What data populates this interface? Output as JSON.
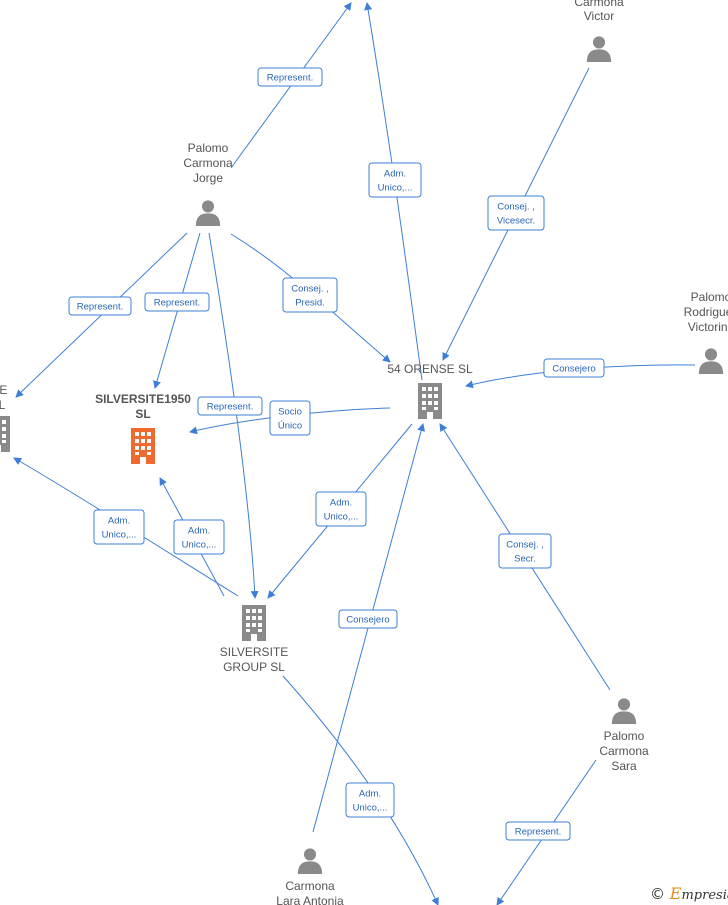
{
  "colors": {
    "edge": "#3d7fd6",
    "person": "#8a8a8a",
    "company": "#8a8a8a",
    "highlight": "#f06a30"
  },
  "nodes": [
    {
      "id": "carmona_victor",
      "kind": "person",
      "lines": [
        "Carmona",
        "Victor"
      ]
    },
    {
      "id": "palomo_jorge",
      "kind": "person",
      "lines": [
        "Palomo",
        "Carmona",
        "Jorge"
      ]
    },
    {
      "id": "palomo_victorino",
      "kind": "person",
      "lines": [
        "Palomo",
        "Rodriguez",
        "Victorino"
      ]
    },
    {
      "id": "orense",
      "kind": "company",
      "lines": [
        "54 ORENSE SL"
      ]
    },
    {
      "id": "silversite1950",
      "kind": "company",
      "highlight": true,
      "lines": [
        "SILVERSITE1950",
        "SL"
      ]
    },
    {
      "id": "silversite_cut",
      "kind": "company",
      "lines": [
        "ITE",
        "SL"
      ]
    },
    {
      "id": "silversite_group",
      "kind": "company",
      "lines": [
        "SILVERSITE",
        "GROUP  SL"
      ]
    },
    {
      "id": "palomo_sara",
      "kind": "person",
      "lines": [
        "Palomo",
        "Carmona",
        "Sara"
      ]
    },
    {
      "id": "carmona_lara",
      "kind": "person",
      "lines": [
        "Carmona",
        "Lara Antonia"
      ]
    }
  ],
  "edges": [
    {
      "id": "e1",
      "lines": [
        "Represent."
      ]
    },
    {
      "id": "e2",
      "lines": [
        "Adm.",
        "Unico,..."
      ]
    },
    {
      "id": "e3",
      "lines": [
        "Consej. ,",
        "Vicesecr."
      ]
    },
    {
      "id": "e4",
      "lines": [
        "Represent."
      ]
    },
    {
      "id": "e5",
      "lines": [
        "Represent."
      ]
    },
    {
      "id": "e6",
      "lines": [
        "Consej. ,",
        "Presid."
      ]
    },
    {
      "id": "e7",
      "lines": [
        "Represent."
      ]
    },
    {
      "id": "e8",
      "lines": [
        "Consejero"
      ]
    },
    {
      "id": "e9",
      "lines": [
        "Socio",
        "Único"
      ]
    },
    {
      "id": "e10",
      "lines": [
        "Adm.",
        "Unico,..."
      ]
    },
    {
      "id": "e11",
      "lines": [
        "Adm.",
        "Unico,..."
      ]
    },
    {
      "id": "e12",
      "lines": [
        "Adm.",
        "Unico,..."
      ]
    },
    {
      "id": "e13",
      "lines": [
        "Consej. ,",
        "Secr."
      ]
    },
    {
      "id": "e14",
      "lines": [
        "Consejero"
      ]
    },
    {
      "id": "e15",
      "lines": [
        "Adm.",
        "Unico,..."
      ]
    },
    {
      "id": "e16",
      "lines": [
        "Represent."
      ]
    }
  ],
  "footer": {
    "symbol": "©",
    "brand_initial": "E",
    "brand_rest": "mpresia"
  }
}
